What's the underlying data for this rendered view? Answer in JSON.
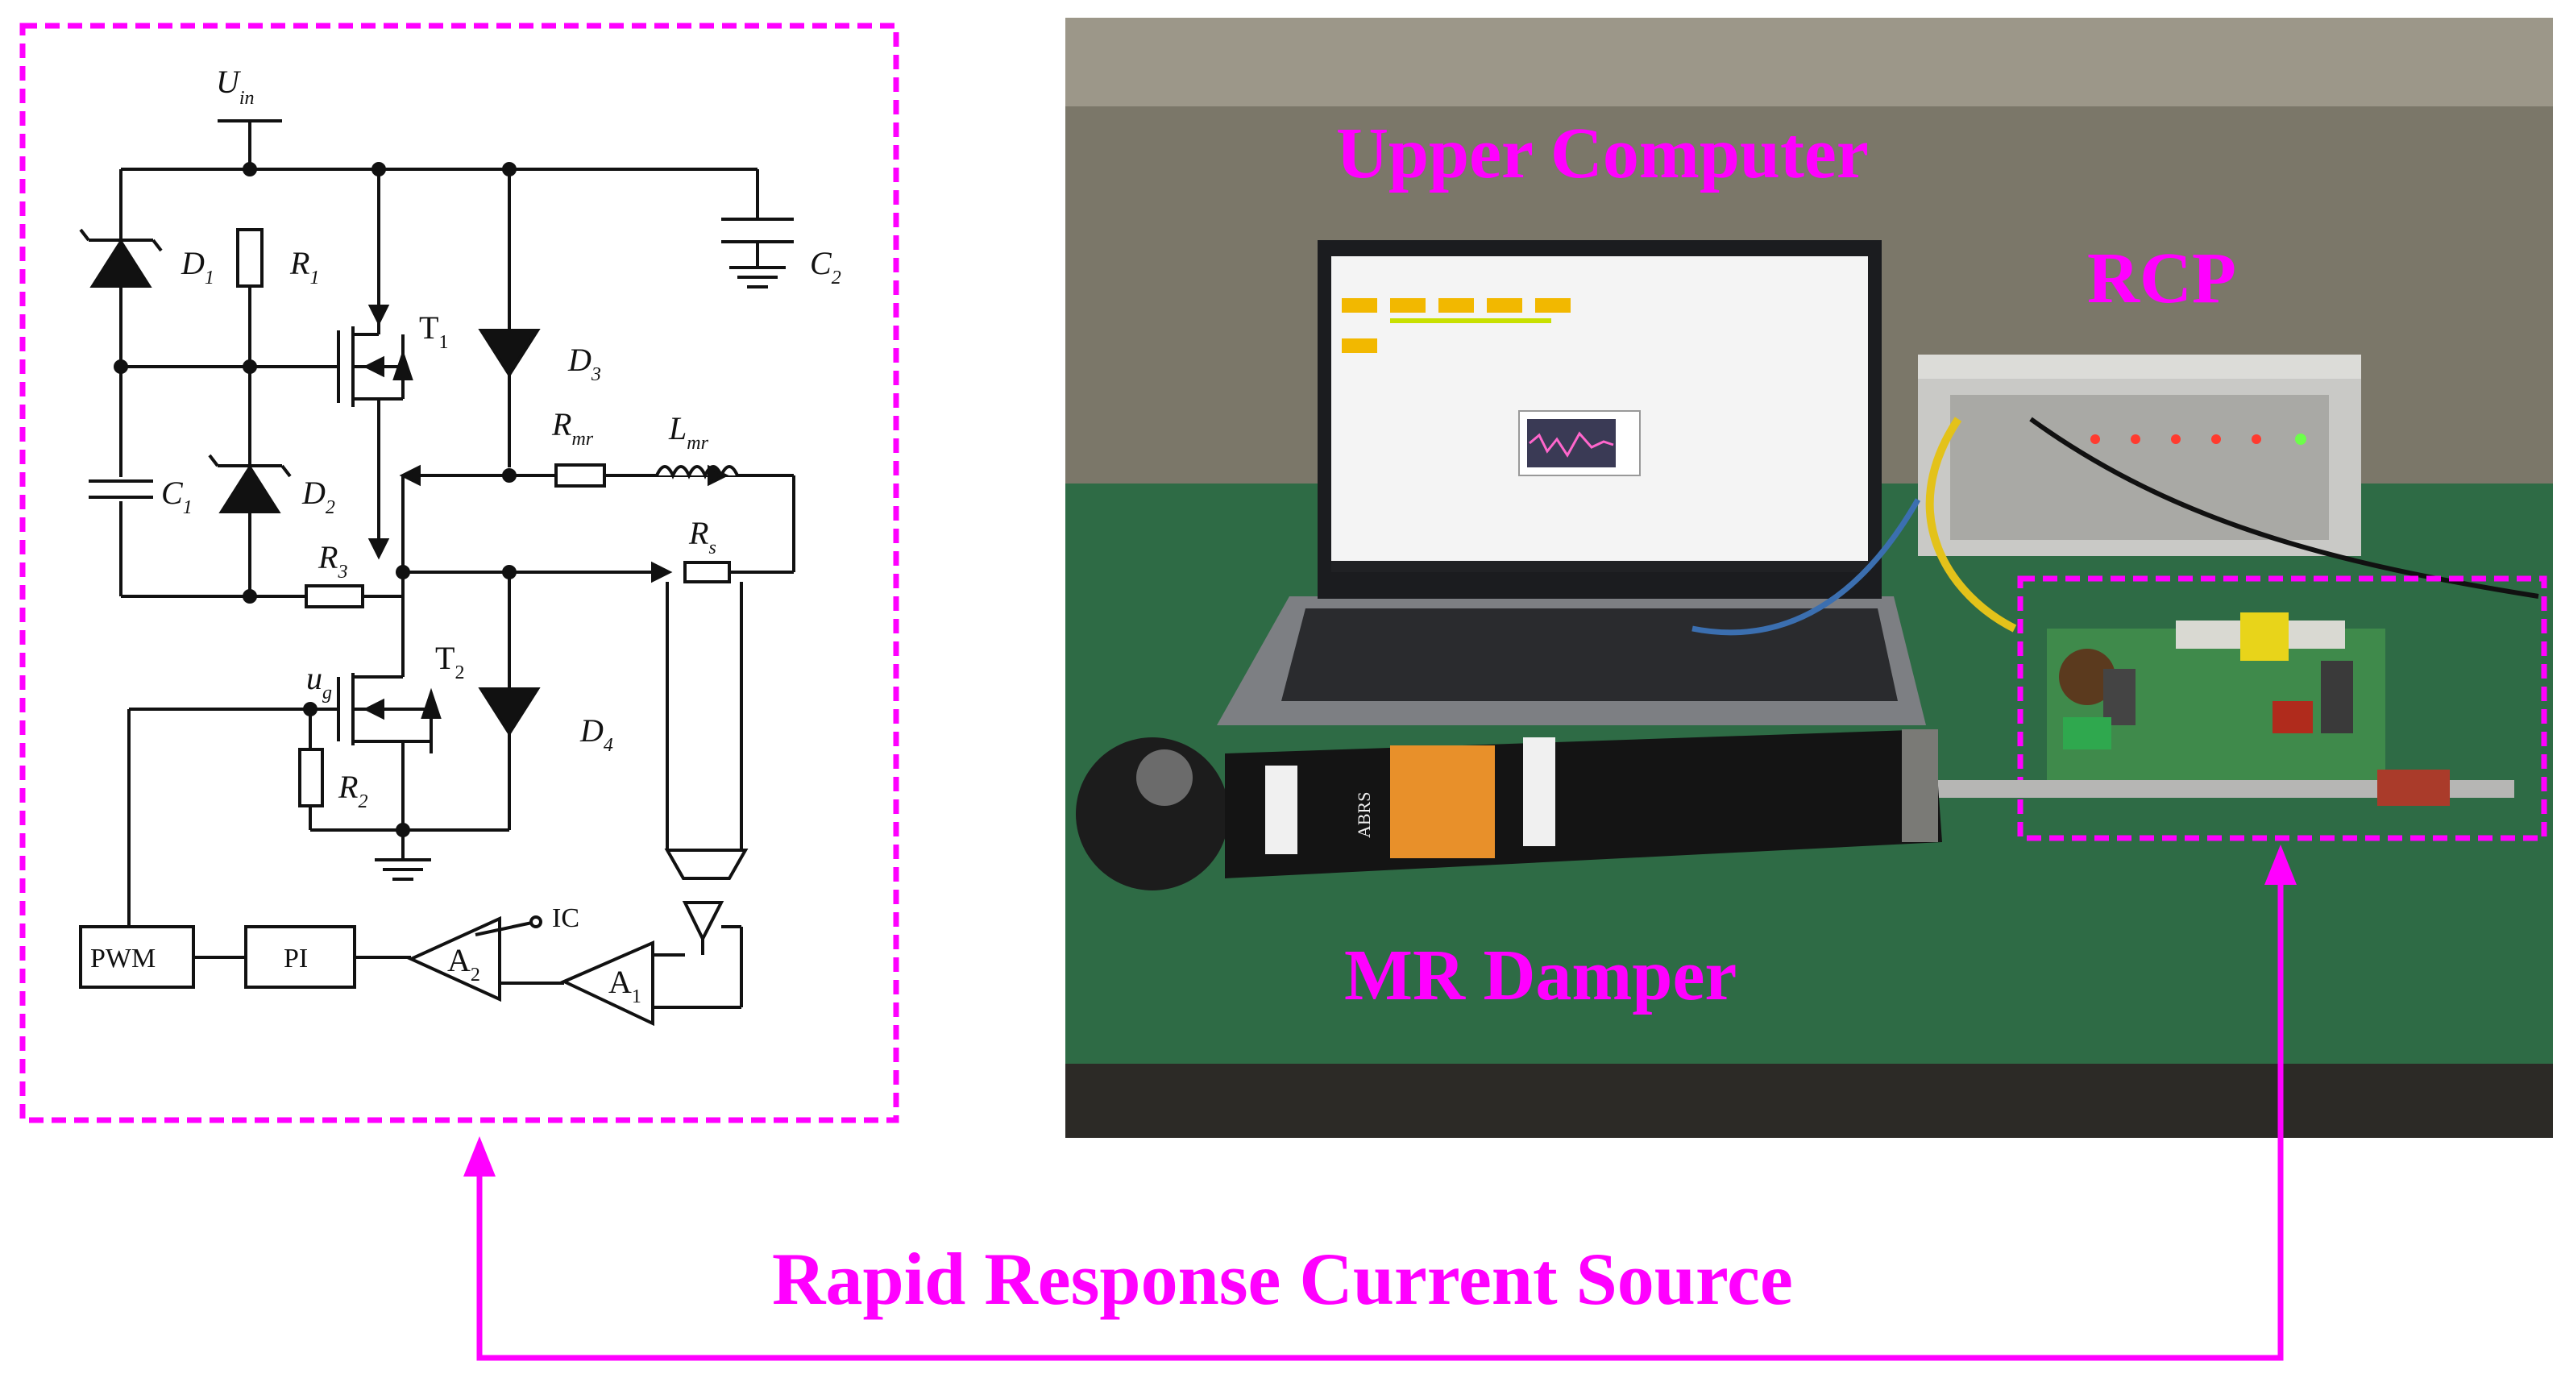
{
  "circuit": {
    "input_label": "U",
    "input_sub": "in",
    "D1": "D",
    "D1_sub": "1",
    "D2": "D",
    "D2_sub": "2",
    "D3": "D",
    "D3_sub": "3",
    "D4": "D",
    "D4_sub": "4",
    "R1": "R",
    "R1_sub": "1",
    "R2": "R",
    "R2_sub": "2",
    "R3": "R",
    "R3_sub": "3",
    "Rmr": "R",
    "Rmr_sub": "mr",
    "Lmr": "L",
    "Lmr_sub": "mr",
    "Rs": "R",
    "Rs_sub": "s",
    "C1": "C",
    "C1_sub": "1",
    "C2": "C",
    "C2_sub": "2",
    "T1": "T",
    "T1_sub": "1",
    "T2": "T",
    "T2_sub": "2",
    "ug": "u",
    "ug_sub": "g",
    "A1": "A",
    "A1_sub": "1",
    "A2": "A",
    "A2_sub": "2",
    "IC": "IC",
    "PWM": "PWM",
    "PI": "PI"
  },
  "photo": {
    "upper_computer": "Upper Computer",
    "rcp": "RCP",
    "mr_damper": "MR Damper",
    "damper_print": "ABRS"
  },
  "caption": "Rapid Response Current Source",
  "colors": {
    "accent": "#ff00ff",
    "bench": "#2e6b45",
    "wall": "#8a8576"
  }
}
